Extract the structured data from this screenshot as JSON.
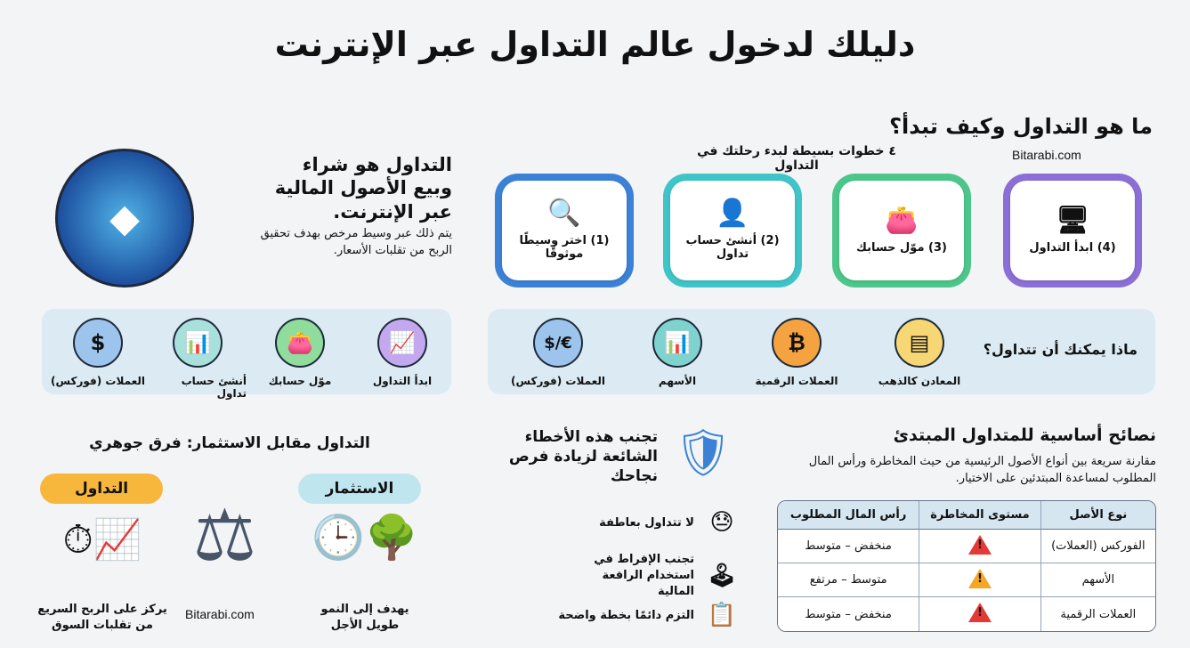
{
  "title": "دليلك لدخول عالم التداول عبر الإنترنت",
  "watermark": "Bitarabi.com",
  "intro": {
    "heading": "التداول هو شراء وبيع الأصول المالية عبر الإنترنت.",
    "text": "يتم ذلك عبر وسيط مرخص بهدف تحقيق الربح من تقلبات الأسعار."
  },
  "how_to_start": {
    "title": "ما هو التداول وكيف تبدأ؟",
    "subtitle": "٤ خطوات بسيطة لبدء رحلتك في التداول",
    "steps": [
      {
        "label": "(1) اختر وسيطًا موثوقًا",
        "icon": "bank-search-icon",
        "color": "#3b82d6"
      },
      {
        "label": "(2) أنشئ حساب تداول",
        "icon": "add-user-icon",
        "color": "#3fc4c8"
      },
      {
        "label": "(3) موّل حسابك",
        "icon": "wallet-icon",
        "color": "#4cc68a"
      },
      {
        "label": "(4) ابدأ التداول",
        "icon": "monitor-chart-icon",
        "color": "#8b6fd6"
      }
    ]
  },
  "what_to_trade": {
    "title": "ماذا يمكنك أن تتداول؟",
    "items": [
      {
        "label": "المعادن كالذهب",
        "icon": "gold-bars-icon",
        "color": "#f7d774"
      },
      {
        "label": "العملات الرقمية",
        "icon": "bitcoin-icon",
        "color": "#f4a340"
      },
      {
        "label": "الأسهم",
        "icon": "stocks-chart-icon",
        "color": "#7fd3cf"
      },
      {
        "label": "العملات (فوركس)",
        "icon": "euro-dollar-icon",
        "color": "#9cc4ec"
      }
    ]
  },
  "steps_panel": [
    {
      "label": "ابدأ التداول",
      "icon": "monitor-chart-icon",
      "color": "#c4a8ef"
    },
    {
      "label": "موّل حسابك",
      "icon": "wallet-icon",
      "color": "#8fdc9c"
    },
    {
      "label": "أنشئ حساب تداول",
      "icon": "growth-chart-icon",
      "color": "#a8e0dc"
    },
    {
      "label": "العملات (فوركس)",
      "icon": "coins-icon",
      "color": "#9cc4ec"
    }
  ],
  "tips": {
    "title": "نصائح أساسية للمتداول المبتدئ",
    "subtitle": "مقارنة سريعة بين أنواع الأصول الرئيسية من حيث المخاطرة ورأس المال المطلوب لمساعدة المبتدئين على الاختيار.",
    "headers": [
      "نوع الأصل",
      "مستوى المخاطرة",
      "رأس المال المطلوب"
    ],
    "rows": [
      {
        "asset": "الفوركس (العملات)",
        "risk": "high",
        "risk_color": "#e53935",
        "capital": "منخفض – متوسط"
      },
      {
        "asset": "الأسهم",
        "risk": "medium",
        "risk_color": "#f5a623",
        "capital": "متوسط – مرتفع"
      },
      {
        "asset": "العملات الرقمية",
        "risk": "high",
        "risk_color": "#e53935",
        "capital": "منخفض – متوسط"
      }
    ]
  },
  "mistakes": {
    "title": "تجنب هذه الأخطاء الشائعة لزيادة فرص نجاحك",
    "items": [
      {
        "label": "لا تتداول بعاطفة",
        "icon": "sad-face-icon"
      },
      {
        "label": "تجنب الإفراط في استخدام الرافعة المالية",
        "icon": "lever-icon"
      },
      {
        "label": "التزم دائمًا بخطة واضحة",
        "icon": "checklist-icon"
      }
    ]
  },
  "comparison": {
    "title": "التداول مقابل الاستثمار: فرق جوهري",
    "investment": {
      "label": "الاستثمار",
      "text": "يهدف إلى النمو طويل الأجل",
      "color": "#bfe6ee"
    },
    "trading": {
      "label": "التداول",
      "text": "يركز على الربح السريع من تقلبات السوق",
      "color": "#f6b73c"
    }
  }
}
